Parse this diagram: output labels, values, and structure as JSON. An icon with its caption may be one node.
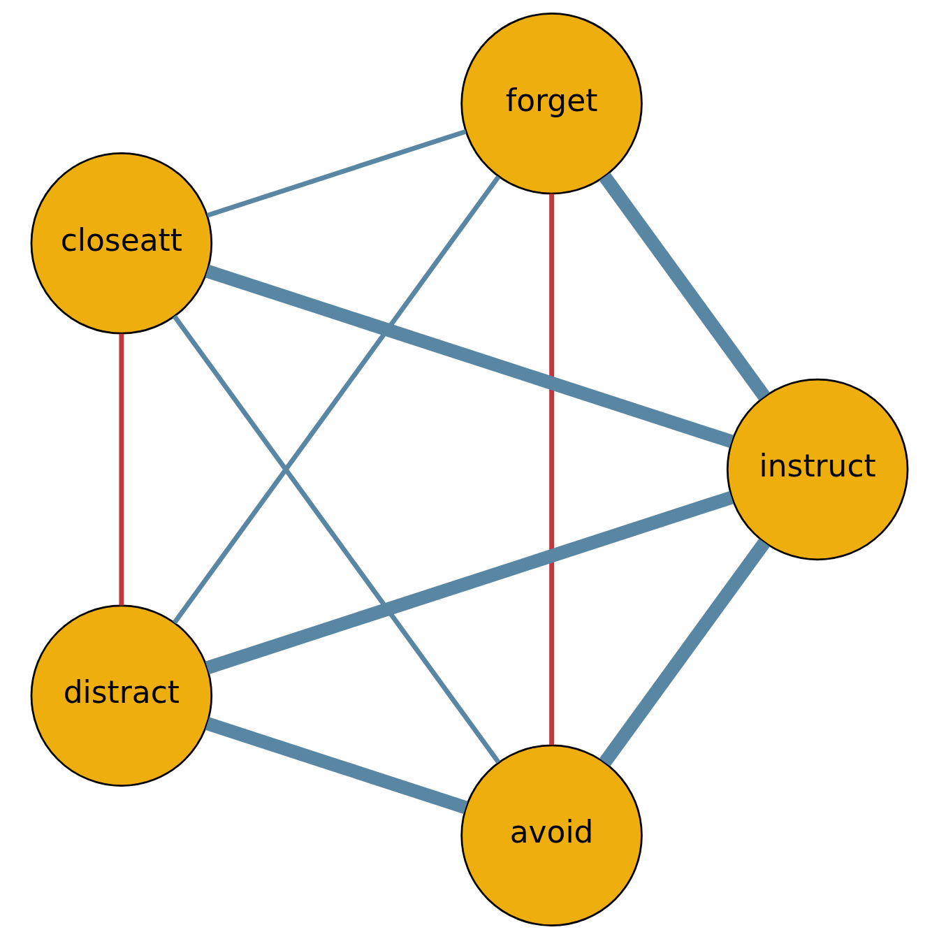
{
  "diagram": {
    "nodes": [
      {
        "text": [
          "avoid"
        ]
      },
      {
        "text": [
          "instruct"
        ]
      },
      {
        "text": [
          "closeatt"
        ]
      },
      {
        "text": [
          "forget"
        ]
      },
      {
        "text": [
          "distract"
        ]
      }
    ],
    "edges": [
      {
        "from": 0,
        "to": 1,
        "arrow": "none",
        "style": "thick"
      },
      {
        "from": 0,
        "to": 2,
        "arrow": "none"
      },
      {
        "from": 0,
        "to": 3,
        "arrow": "none",
        "color": "#be3a3e"
      },
      {
        "from": 0,
        "to": 4,
        "arrow": "none",
        "style": "thick"
      },
      {
        "from": 1,
        "to": 2,
        "arrow": "none",
        "style": "thick"
      },
      {
        "from": 1,
        "to": 3,
        "arrow": "none",
        "style": "thick"
      },
      {
        "from": 1,
        "to": 4,
        "arrow": "none",
        "style": "thick"
      },
      {
        "from": 2,
        "to": 3,
        "arrow": "none"
      },
      {
        "from": 2,
        "to": 4,
        "arrow": "none",
        "color": "#be3a3e"
      },
      {
        "from": 3,
        "to": 4,
        "arrow": "none"
      }
    ]
  }
}
